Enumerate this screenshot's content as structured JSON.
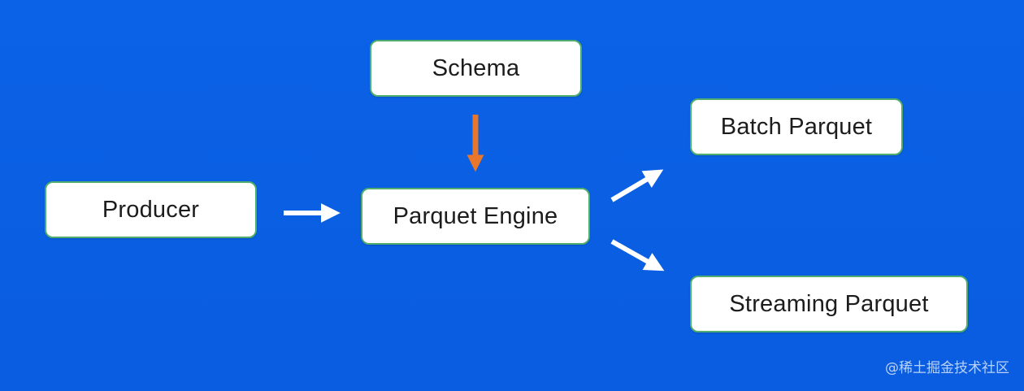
{
  "colors": {
    "background": "#0a5fe3",
    "node_fill": "#ffffff",
    "node_border": "#4fae6e",
    "arrow_white": "#ffffff",
    "arrow_orange": "#e8762b"
  },
  "nodes": {
    "schema": "Schema",
    "producer": "Producer",
    "engine": "Parquet Engine",
    "batch": "Batch Parquet",
    "stream": "Streaming Parquet"
  },
  "edges": [
    {
      "from": "schema",
      "to": "engine",
      "color": "orange"
    },
    {
      "from": "producer",
      "to": "engine",
      "color": "white"
    },
    {
      "from": "engine",
      "to": "batch",
      "color": "white"
    },
    {
      "from": "engine",
      "to": "stream",
      "color": "white"
    }
  ],
  "watermark": "@稀土掘金技术社区"
}
